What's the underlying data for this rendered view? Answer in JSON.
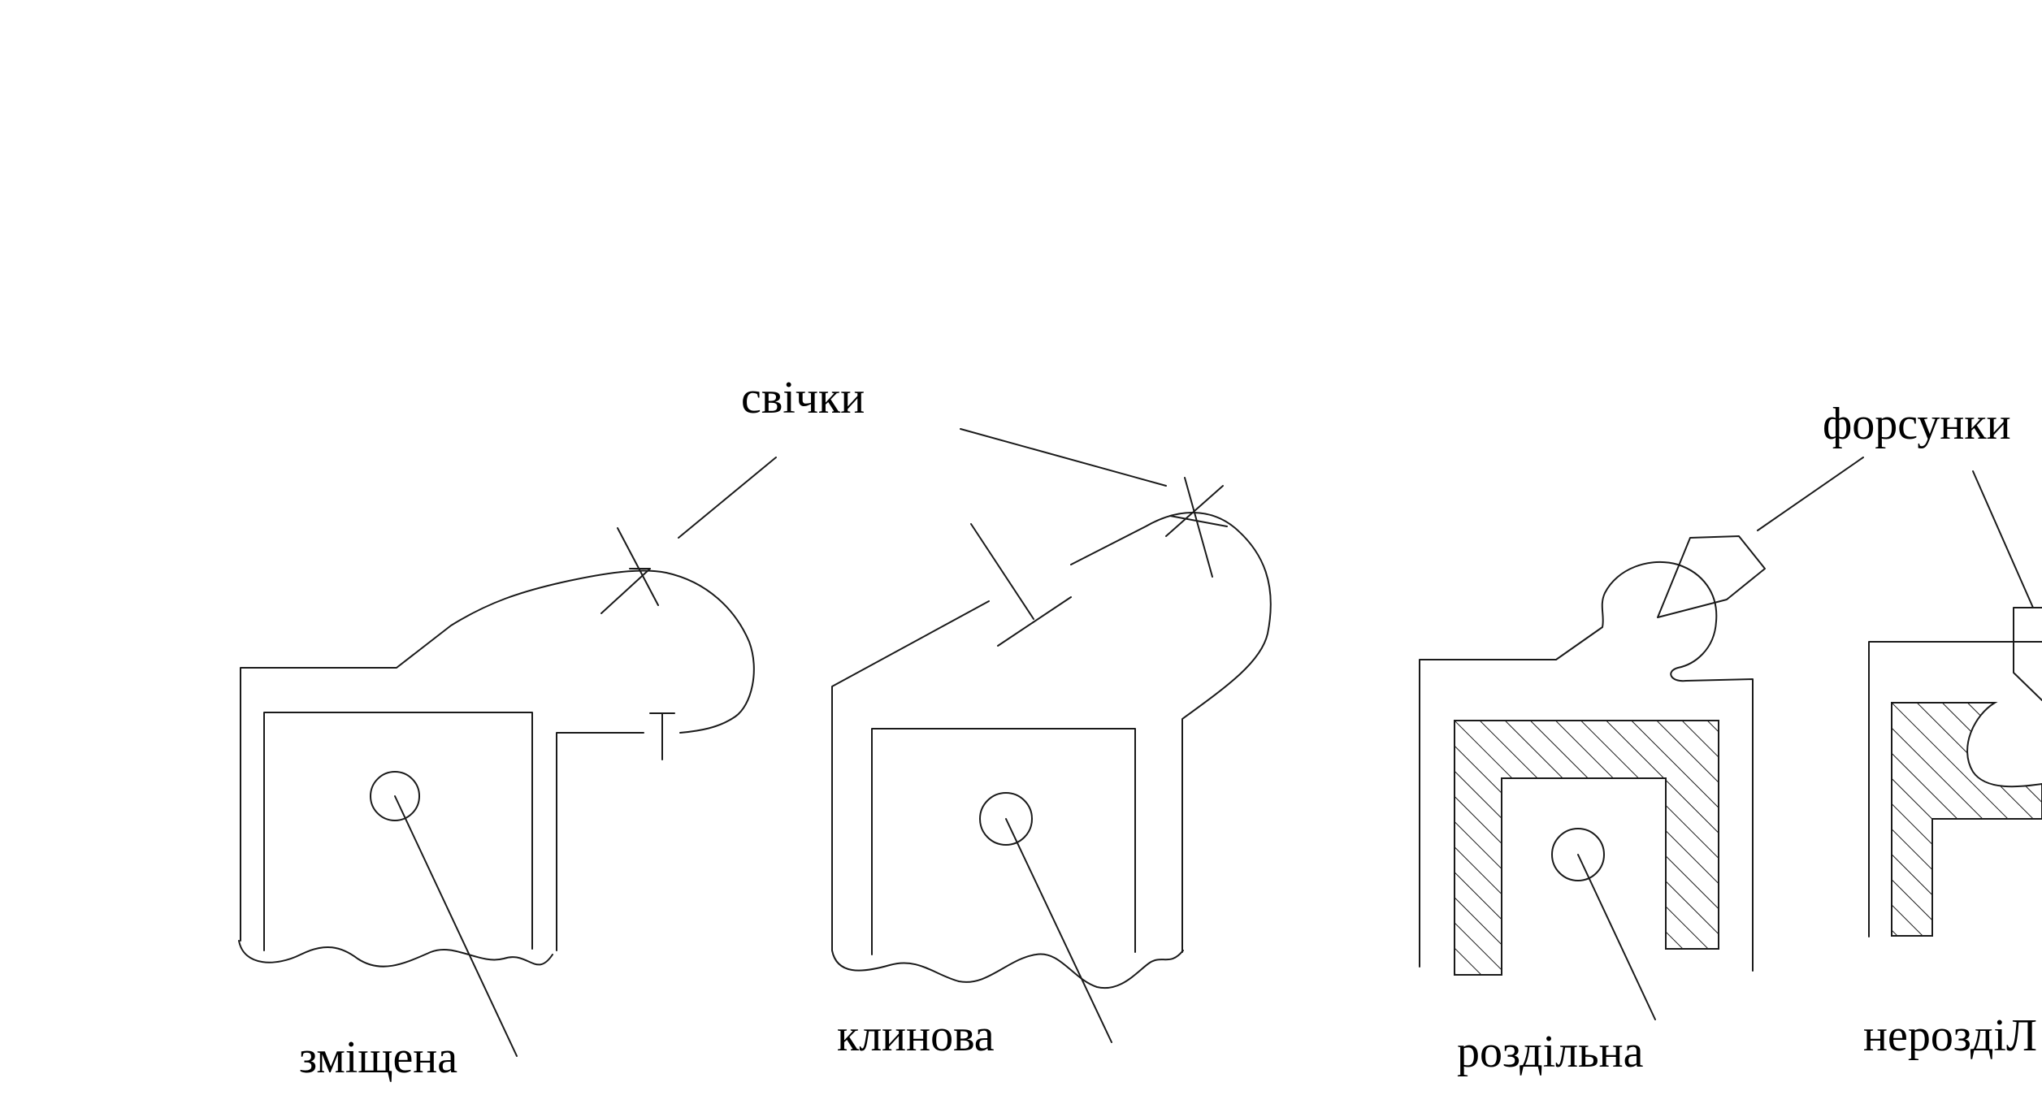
{
  "labels": {
    "spark_plugs": "свічки",
    "injectors": "форсунки",
    "offset": "зміщена",
    "wedge": "клинова",
    "divided": "роздільна",
    "undivided": "нероздіЛ"
  },
  "colors": {
    "stroke": "#1a1a1a",
    "background": "#ffffff"
  }
}
